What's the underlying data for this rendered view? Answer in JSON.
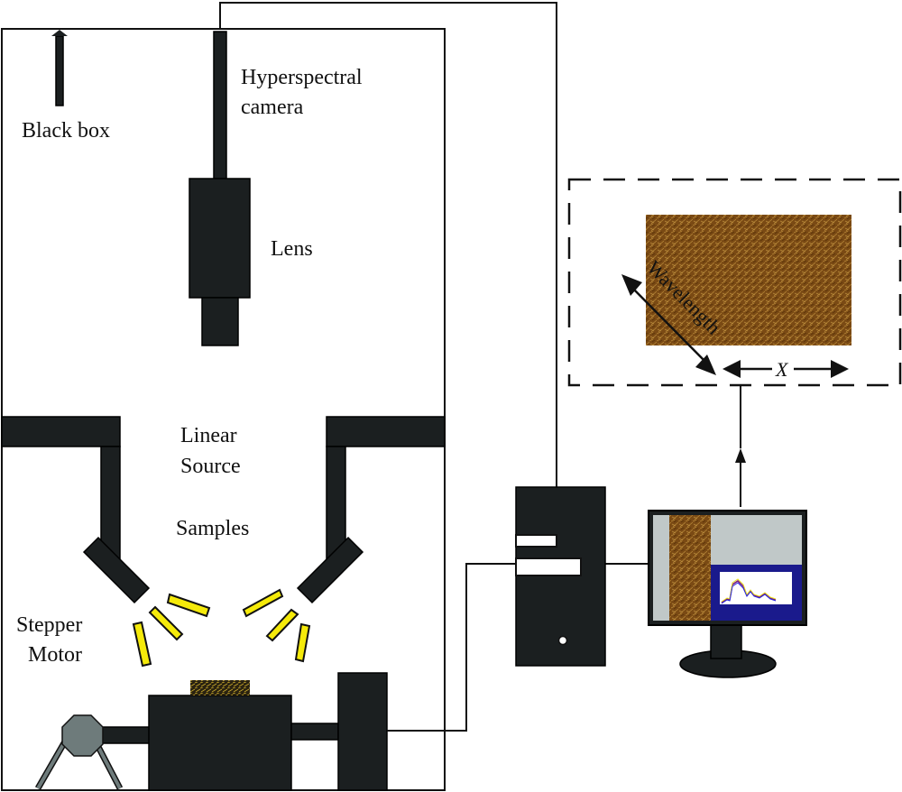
{
  "labels": {
    "black_box": "Black box",
    "camera_line1": "Hyperspectral",
    "camera_line2": "camera",
    "lens": "Lens",
    "linear_line1": "Linear",
    "linear_line2": "Source",
    "samples": "Samples",
    "stepper_line1": "Stepper",
    "stepper_line2": "Motor",
    "wavelength": "Wavelength",
    "x_axis": "X"
  },
  "colors": {
    "equipment": "#1b1f20",
    "light_rays": "#f5ea0a",
    "motor": "#6e7b7b",
    "sample": "#7a4a14",
    "screen": "#c0c8c8",
    "chart_panel": "#1a1a8c"
  }
}
